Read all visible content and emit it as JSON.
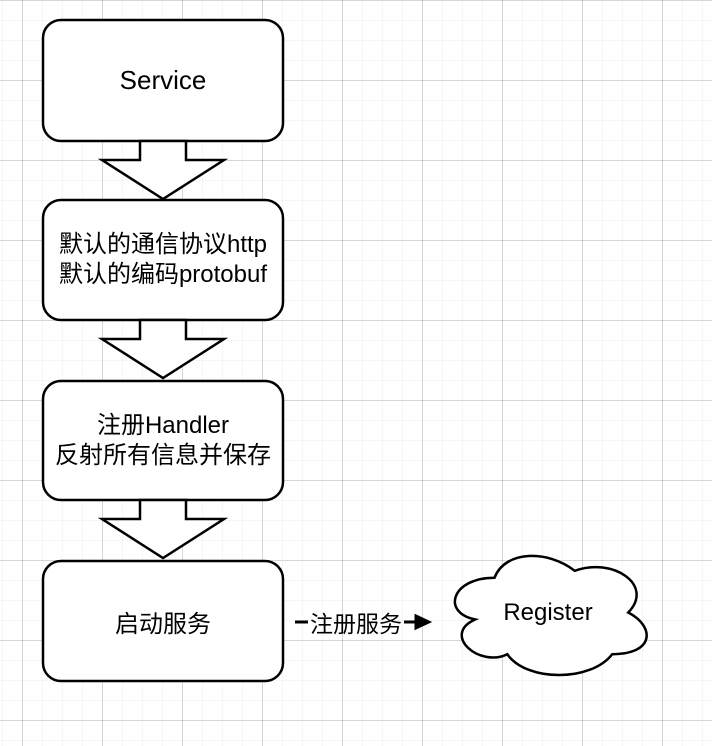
{
  "diagram": {
    "type": "flowchart",
    "colors": {
      "shape_stroke": "#000000",
      "shape_fill": "#ffffff",
      "text": "#000000",
      "grid_minor": "#f4f4f4",
      "grid_major": "#dedede",
      "background": "#ffffff"
    }
  },
  "nodes": {
    "service": {
      "label": "Service"
    },
    "protocol": {
      "line1": "默认的通信协议http",
      "line2": "默认的编码protobuf"
    },
    "handler": {
      "line1": "注册Handler",
      "line2": "反射所有信息并保存"
    },
    "start": {
      "label": "启动服务"
    },
    "register": {
      "label": "Register",
      "shape": "cloud"
    }
  },
  "edge": {
    "label": "注册服务",
    "from": "启动服务",
    "to": "Register"
  }
}
